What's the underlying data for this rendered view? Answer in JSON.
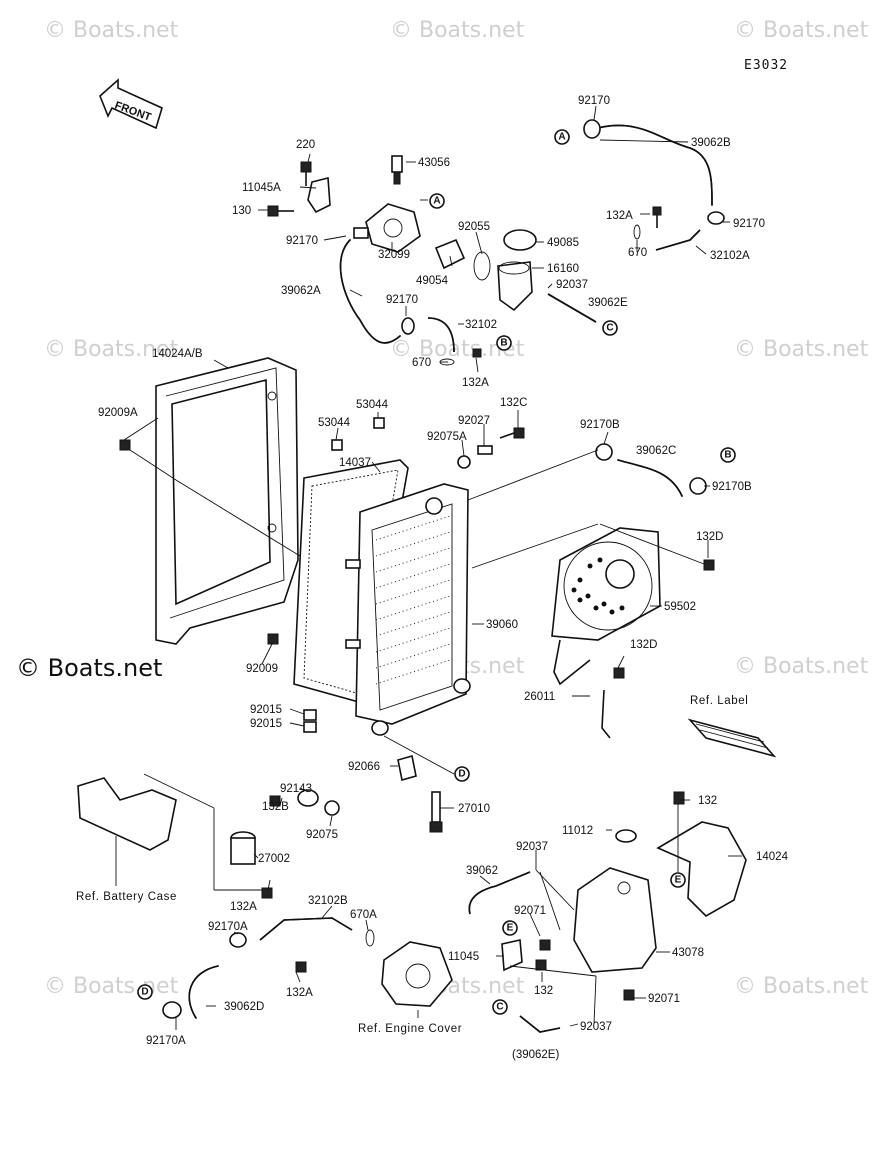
{
  "diagram_code": "E3032",
  "front_label": "FRONT",
  "watermark": "© Boats.net",
  "watermark_strong": "© Boats.net",
  "callouts": {
    "A": "A",
    "B": "B",
    "C": "C",
    "D": "D",
    "E": "E"
  },
  "parts": {
    "p92170_top": "92170",
    "p39062B": "39062B",
    "p220": "220",
    "p43056": "43056",
    "p11045A": "11045A",
    "p130": "130",
    "p92170_l": "92170",
    "p32099": "32099",
    "p92055": "92055",
    "p49085": "49085",
    "p49054": "49054",
    "p16160": "16160",
    "p92037_t": "92037",
    "p39062E": "39062E",
    "p39062A": "39062A",
    "p92170_m": "92170",
    "p32102": "32102",
    "p670_m": "670",
    "p132A_m": "132A",
    "p132A_r": "132A",
    "p92170_r": "92170",
    "p670_r": "670",
    "p32102A": "32102A",
    "p14024AB": "14024A/B",
    "p92009A": "92009A",
    "p53044_a": "53044",
    "p53044_b": "53044",
    "p92027": "92027",
    "p132C": "132C",
    "p92075A": "92075A",
    "p14037": "14037",
    "p92170B_a": "92170B",
    "p39062C": "39062C",
    "p92170B_b": "92170B",
    "p132D_a": "132D",
    "p59502": "59502",
    "p39060": "39060",
    "p132D_b": "132D",
    "p92009": "92009",
    "p26011": "26011",
    "p92015_a": "92015",
    "p92015_b": "92015",
    "p92066": "92066",
    "p92143": "92143",
    "p132B": "132B",
    "p27010": "27010",
    "p92075": "92075",
    "p27002": "27002",
    "p132_r": "132",
    "p14024": "14024",
    "p11012": "11012",
    "p92037_b": "92037",
    "p39062": "39062",
    "p92071_a": "92071",
    "p11045": "11045",
    "p132_b": "132",
    "p43078": "43078",
    "p92071_b": "92071",
    "p92037_c": "92037",
    "p39062E_paren": "(39062E)",
    "p132A_b": "132A",
    "p32102B": "32102B",
    "p670A": "670A",
    "p92170A_a": "92170A",
    "p132A_c": "132A",
    "p39062D": "39062D",
    "p92170A_b": "92170A"
  },
  "refs": {
    "label": "Ref. Label",
    "battery": "Ref. Battery Case",
    "engine": "Ref. Engine Cover"
  }
}
